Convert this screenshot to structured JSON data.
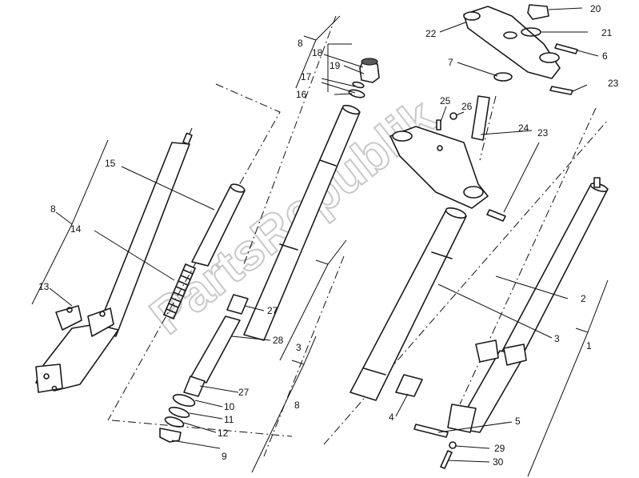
{
  "watermark": "PartsRepublik",
  "callouts": {
    "c1": "1",
    "c2": "2",
    "c3a": "3",
    "c3b": "3",
    "c4": "4",
    "c5": "5",
    "c6": "6",
    "c7": "7",
    "c8a": "8",
    "c8b": "8",
    "c8c": "8",
    "c9": "9",
    "c10": "10",
    "c11": "11",
    "c12": "12",
    "c13": "13",
    "c14": "14",
    "c15": "15",
    "c16": "16",
    "c17": "17",
    "c18": "18",
    "c19": "19",
    "c20": "20",
    "c21": "21",
    "c22": "22",
    "c23a": "23",
    "c23b": "23",
    "c24": "24",
    "c25": "25",
    "c26": "26",
    "c27a": "27",
    "c27b": "27",
    "c28": "28",
    "c29": "29",
    "c30": "30"
  }
}
